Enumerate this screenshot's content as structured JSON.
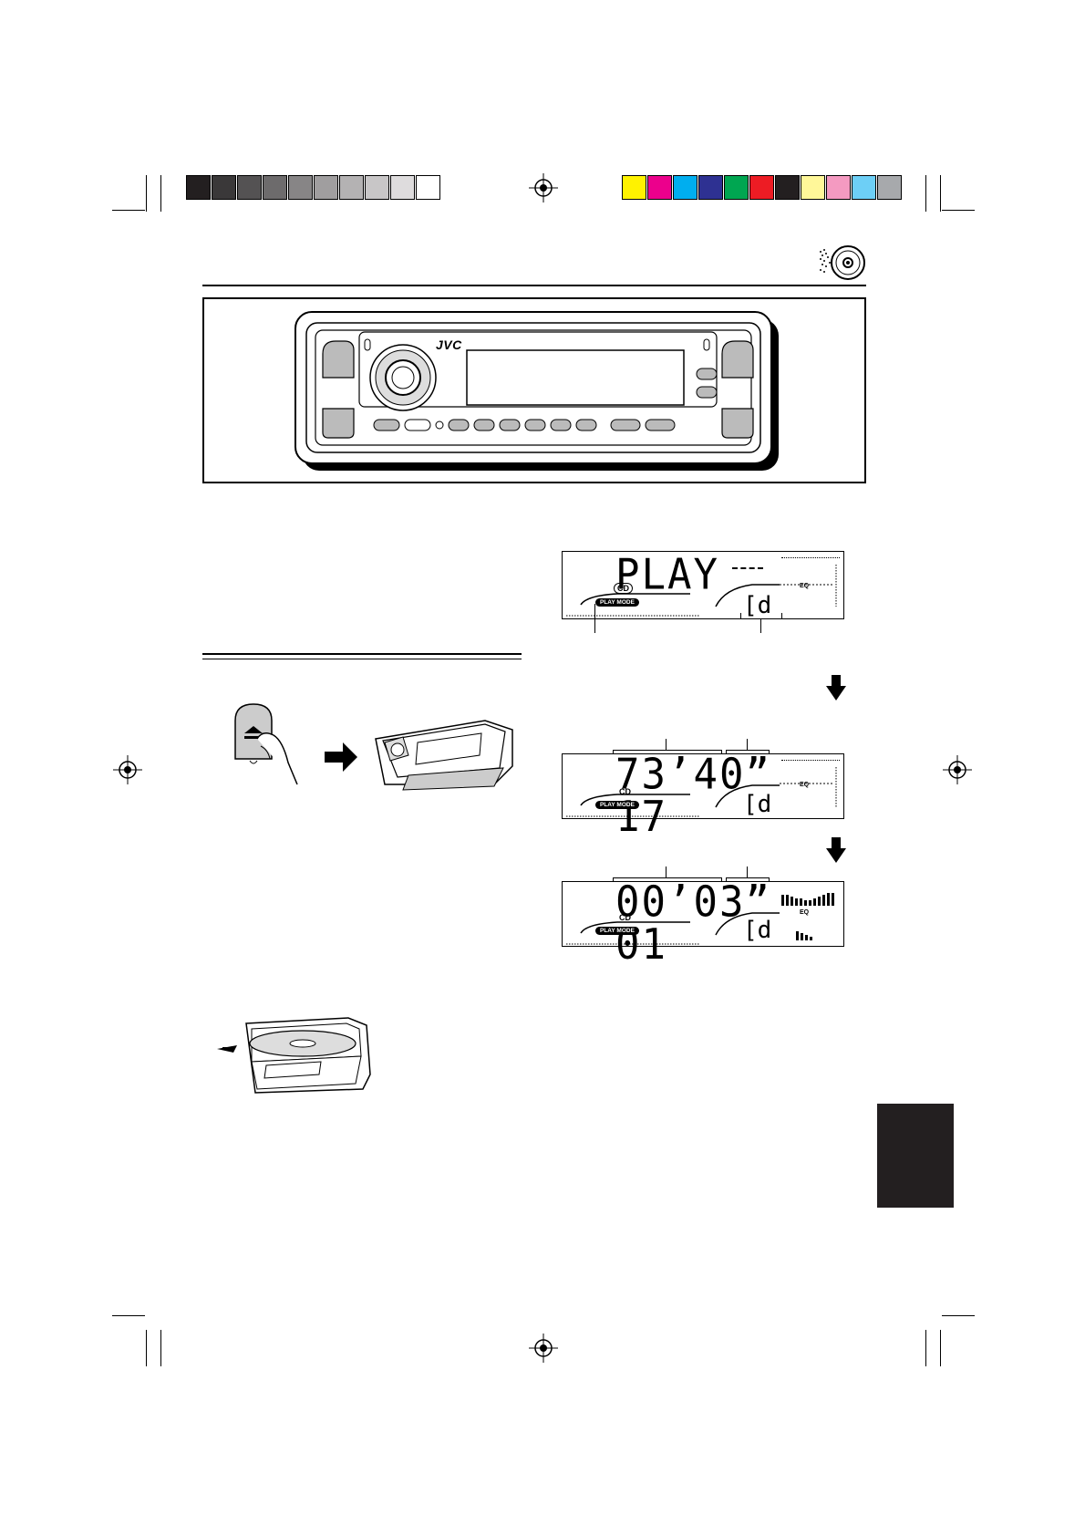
{
  "header": {
    "gray_swatches": [
      "#231f20",
      "#3a3839",
      "#545253",
      "#6d6b6c",
      "#878586",
      "#a09e9f",
      "#b4b2b3",
      "#c8c6c7",
      "#dedcdd",
      "#ffffff"
    ],
    "color_swatches": [
      "#fff200",
      "#ec008c",
      "#00aeef",
      "#2e3192",
      "#00a651",
      "#ed1c24",
      "#231f20",
      "#fff799",
      "#f49ac1",
      "#6dcff6",
      "#a7a9ac"
    ],
    "cd_icon": "cd-disc-icon"
  },
  "faceplate": {
    "brand": "JVC"
  },
  "displays": [
    {
      "main_text": "PLAY",
      "source_indicator": "CD",
      "play_mode_label": "PLAY MODE",
      "eq_label": "EQ",
      "source_text": "[d"
    },
    {
      "main_text": "73’40” 17",
      "source_indicator": "CD",
      "play_mode_label": "PLAY MODE",
      "eq_label": "EQ",
      "source_text": "[d"
    },
    {
      "main_text": "00’03” 01",
      "source_indicator": "CD",
      "play_mode_label": "PLAY MODE",
      "eq_label": "EQ",
      "source_text": "[d"
    }
  ],
  "illustrations": {
    "eject_button_icon": "eject-icon",
    "direction_arrow_icon": "arrow-right-icon",
    "insert_arrow_icon": "arrow-insert-icon",
    "down_arrow_icon": "arrow-down-icon"
  }
}
